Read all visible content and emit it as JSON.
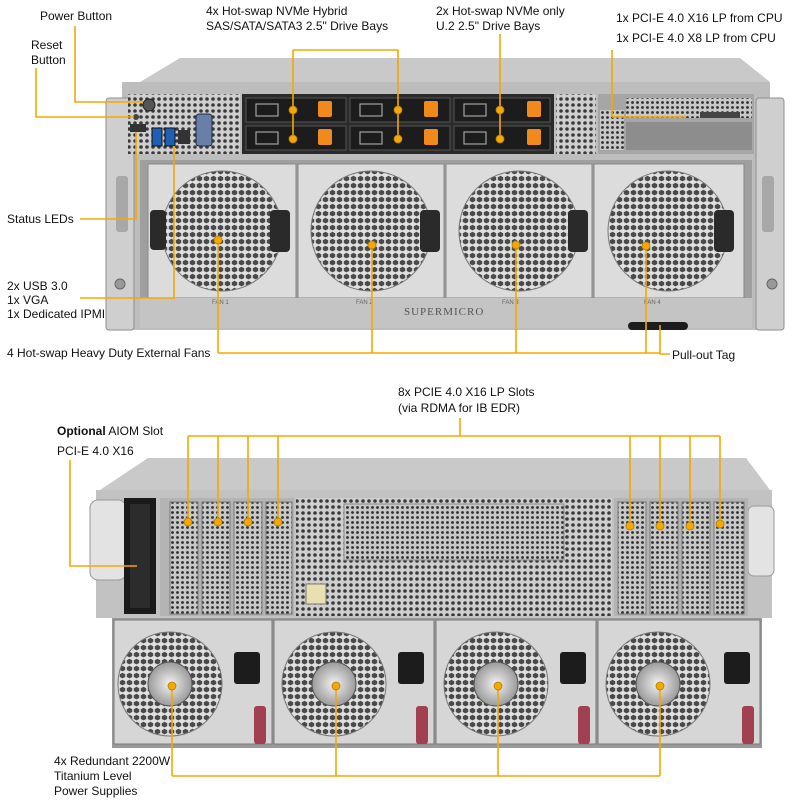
{
  "labels": {
    "power_button": "Power Button",
    "reset_button_line1": "Reset",
    "reset_button_line2": "Button",
    "status_leds": "Status LEDs",
    "io_line1": "2x USB 3.0",
    "io_line2": "1x VGA",
    "io_line3": "1x Dedicated IPMI",
    "hybrid_bays_line1": "4x Hot-swap NVMe Hybrid",
    "hybrid_bays_line2": "SAS/SATA/SATA3 2.5\" Drive Bays",
    "nvme_bays_line1": "2x Hot-swap NVMe only",
    "nvme_bays_line2": "U.2 2.5\" Drive Bays",
    "pcie_cpu_line1": "1x PCI-E 4.0 X16 LP from CPU",
    "pcie_cpu_line2": "1x PCI-E 4.0 X8 LP from CPU",
    "fans": "4 Hot-swap Heavy Duty External Fans",
    "pull_out_tag": "Pull-out Tag",
    "pcie_slots_line1": "8x PCIE 4.0 X16 LP Slots",
    "pcie_slots_line2": "(via RDMA for IB EDR)",
    "aiom_bold": "Optional",
    "aiom_rest": " AIOM Slot",
    "aiom_line2": "PCI-E 4.0 X16",
    "psu_line1": "4x Redundant 2200W",
    "psu_line2": "Titanium Level",
    "psu_line3": "Power Supplies"
  },
  "chassis": {
    "brand": "SUPERMICRO",
    "fan_labels": [
      "FAN 1",
      "FAN 2",
      "FAN 3",
      "FAN 4"
    ]
  },
  "colors": {
    "callout": "#f5a800",
    "metal_light": "#d9d9d9",
    "metal_mid": "#b8b8b8",
    "metal_dark": "#8a8a8a",
    "drive_tray": "#1c1c1c",
    "drive_latch": "#f08a1c",
    "power_plug": "#a04050"
  },
  "icons": {
    "callout_marker": "orange-dot",
    "fan_grille": "fan-icon",
    "power_socket": "power-socket-icon"
  }
}
